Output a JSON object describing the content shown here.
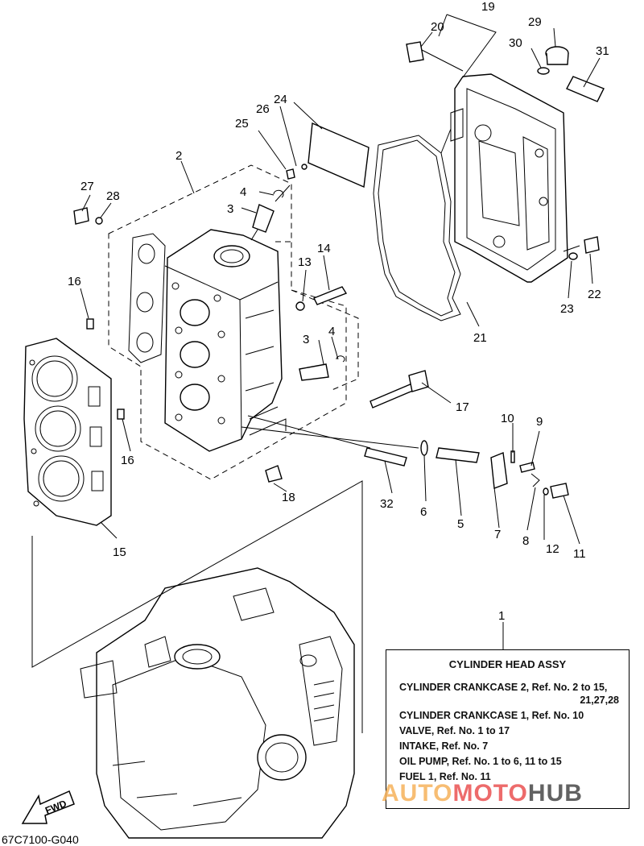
{
  "callouts": {
    "c1": "1",
    "c2": "2",
    "c3a": "3",
    "c3b": "3",
    "c4a": "4",
    "c4b": "4",
    "c5": "5",
    "c6": "6",
    "c7": "7",
    "c8": "8",
    "c9": "9",
    "c10": "10",
    "c11": "11",
    "c12": "12",
    "c13": "13",
    "c14": "14",
    "c15": "15",
    "c16a": "16",
    "c16b": "16",
    "c17": "17",
    "c18": "18",
    "c19": "19",
    "c20": "20",
    "c21": "21",
    "c22": "22",
    "c23": "23",
    "c24": "24",
    "c25": "25",
    "c26": "26",
    "c27": "27",
    "c28": "28",
    "c29": "29",
    "c30": "30",
    "c31": "31",
    "c32": "32"
  },
  "legend": {
    "title": "CYLINDER  HEAD ASSY",
    "rows": [
      "CYLINDER CRANKCASE 2,  Ref. No. 2 to 15,",
      "21,27,28",
      "CYLINDER CRANKCASE 1,  Ref. No. 10",
      "VALVE,  Ref. No. 1 to 17",
      "INTAKE,  Ref. No. 7",
      "OIL PUMP,  Ref. No. 1 to 6, 11 to 15",
      "FUEL 1,  Ref. No. 11"
    ]
  },
  "fwd_label": "FWD",
  "part_code": "67C7100-G040",
  "watermark": {
    "part1": "AUTO",
    "part2": "MOTO",
    "part3": "HUB"
  }
}
